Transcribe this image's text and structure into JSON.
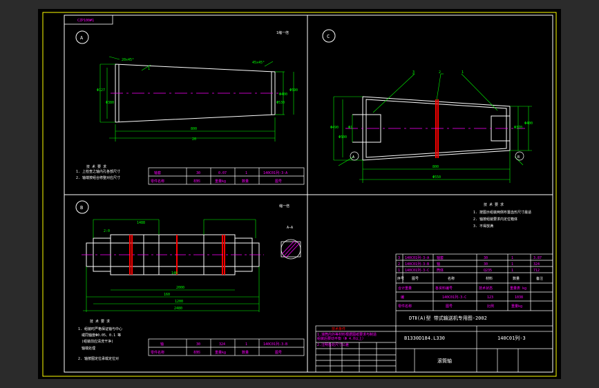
{
  "drawing_code": "CZP100#1",
  "colors": {
    "frame": "#ffff00",
    "outline": "#ffffff",
    "dimension": "#00ff00",
    "label": "#ff00ff",
    "centerline": "#ff00ff",
    "section_red": "#ff0000",
    "text": "#ffffff"
  },
  "views": {
    "A": {
      "letter": "A",
      "scale": "1缩一倍",
      "dims": [
        "20x45°",
        "45x45°",
        "1",
        "Φ127",
        "Φ380",
        "Φ400",
        "Φ590",
        "Φ530",
        "800",
        "20"
      ]
    },
    "B": {
      "letter": "B",
      "scale": "缩一倍",
      "section_label": "A—A",
      "dims": [
        "2:0",
        "140",
        "2000",
        "160",
        "1200",
        "2480",
        "1488"
      ]
    },
    "C": {
      "letter": "C",
      "dims": [
        "3",
        "2",
        "1",
        "Φ490",
        "Φ500",
        "Φ1",
        "Φ370",
        "Φ400",
        "800",
        "Φ550",
        "A",
        "B"
      ]
    }
  },
  "notes": {
    "A": {
      "title": "技 术 要 求",
      "lines": [
        "1. 上检查之轴内孔各部尺寸",
        "2. 轴端按组合修整对应尺寸"
      ]
    },
    "B": {
      "title": "技 术 要 求",
      "lines": [
        "1. 组装时严格保证轴与中心",
        "或同轴度Φ0.05、0.1 等",
        "(组装前应清洗干净)",
        "轴端处理",
        "2. 轴按图定位承载定位对"
      ]
    },
    "C": {
      "title": "技 术 要 求",
      "lines": [
        "1. 按图示组装两侧布置齿形尺寸最适",
        "2. 轴按组装要求内定位箱体",
        "3. 不得放满"
      ]
    }
  },
  "part_table_A": [
    [
      "轴套",
      "30",
      "0.07",
      "1",
      "140C01列-3-A"
    ],
    [
      "零件名称",
      "材料",
      "重量kg",
      "数量",
      "图号"
    ]
  ],
  "part_table_B": [
    [
      "轴",
      "30",
      "324",
      "1",
      "140C01列-3-B"
    ],
    [
      "零件名称",
      "材料",
      "重量kg",
      "数量",
      "图号"
    ]
  ],
  "title_block": {
    "bom_rows": [
      [
        "3",
        "140C01列-3-A",
        "轴套",
        "30",
        "1",
        "3.87"
      ],
      [
        "2",
        "140C01列-3-B",
        "轴",
        "30",
        "1",
        "324"
      ],
      [
        "1",
        "140C01列-3-C",
        "筒体",
        "Q235",
        "1",
        "712"
      ]
    ],
    "bom_header": [
      "序号",
      "图号",
      "名称",
      "材料",
      "数量",
      "备注"
    ],
    "mid_row1": [
      "合计重量",
      "各资料编号",
      "技术状态",
      "重量表 kg"
    ],
    "mid_row2": [
      "编",
      "140C01列-3-C",
      "123",
      "1038"
    ],
    "mid_row3": [
      "零件名称",
      "图号",
      "比例",
      "重量kg"
    ],
    "main_title": "DTⅡ(A)型 带式输送机专用图-2002",
    "spec": "B1330D184.L330",
    "code": "140C01列-3",
    "part_name": "滚筒轴",
    "notes_header": "技术条件",
    "notes_lines": [
      "1.滚筒内外等材料根据图纸要求与制造",
      "组装后要动平衡（Φ 4.0以上）",
      "2.注明各处尺寸公差"
    ]
  }
}
